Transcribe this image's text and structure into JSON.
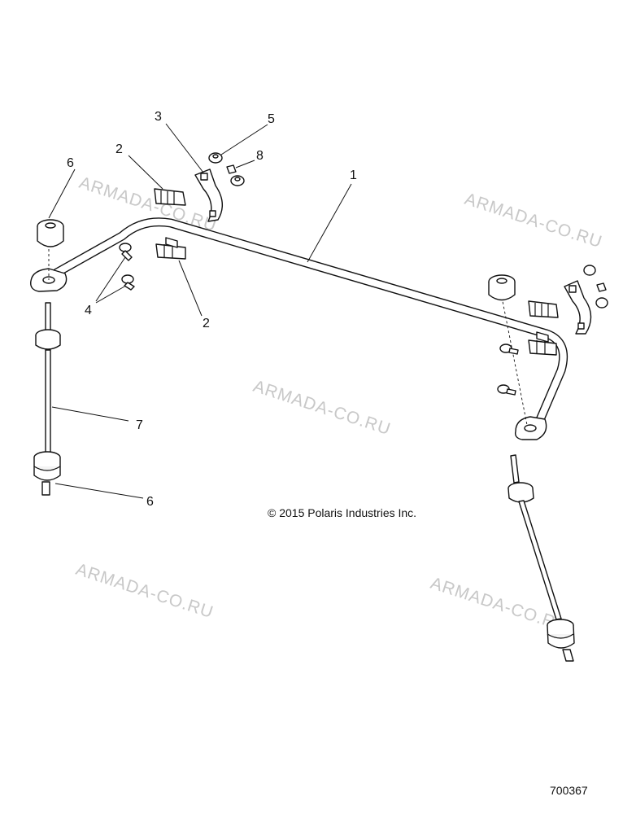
{
  "watermarks": [
    "ARMADA-CO.RU",
    "ARMADA-CO.RU",
    "ARMADA-CO.RU",
    "ARMADA-CO.RU",
    "ARMADA-CO.RU"
  ],
  "callouts": {
    "c1": "1",
    "c2a": "2",
    "c2b": "2",
    "c3": "3",
    "c4": "4",
    "c5": "5",
    "c6a": "6",
    "c6b": "6",
    "c7": "7",
    "c8": "8"
  },
  "copyright": "© 2015 Polaris Industries Inc.",
  "diagram_code": "700367"
}
